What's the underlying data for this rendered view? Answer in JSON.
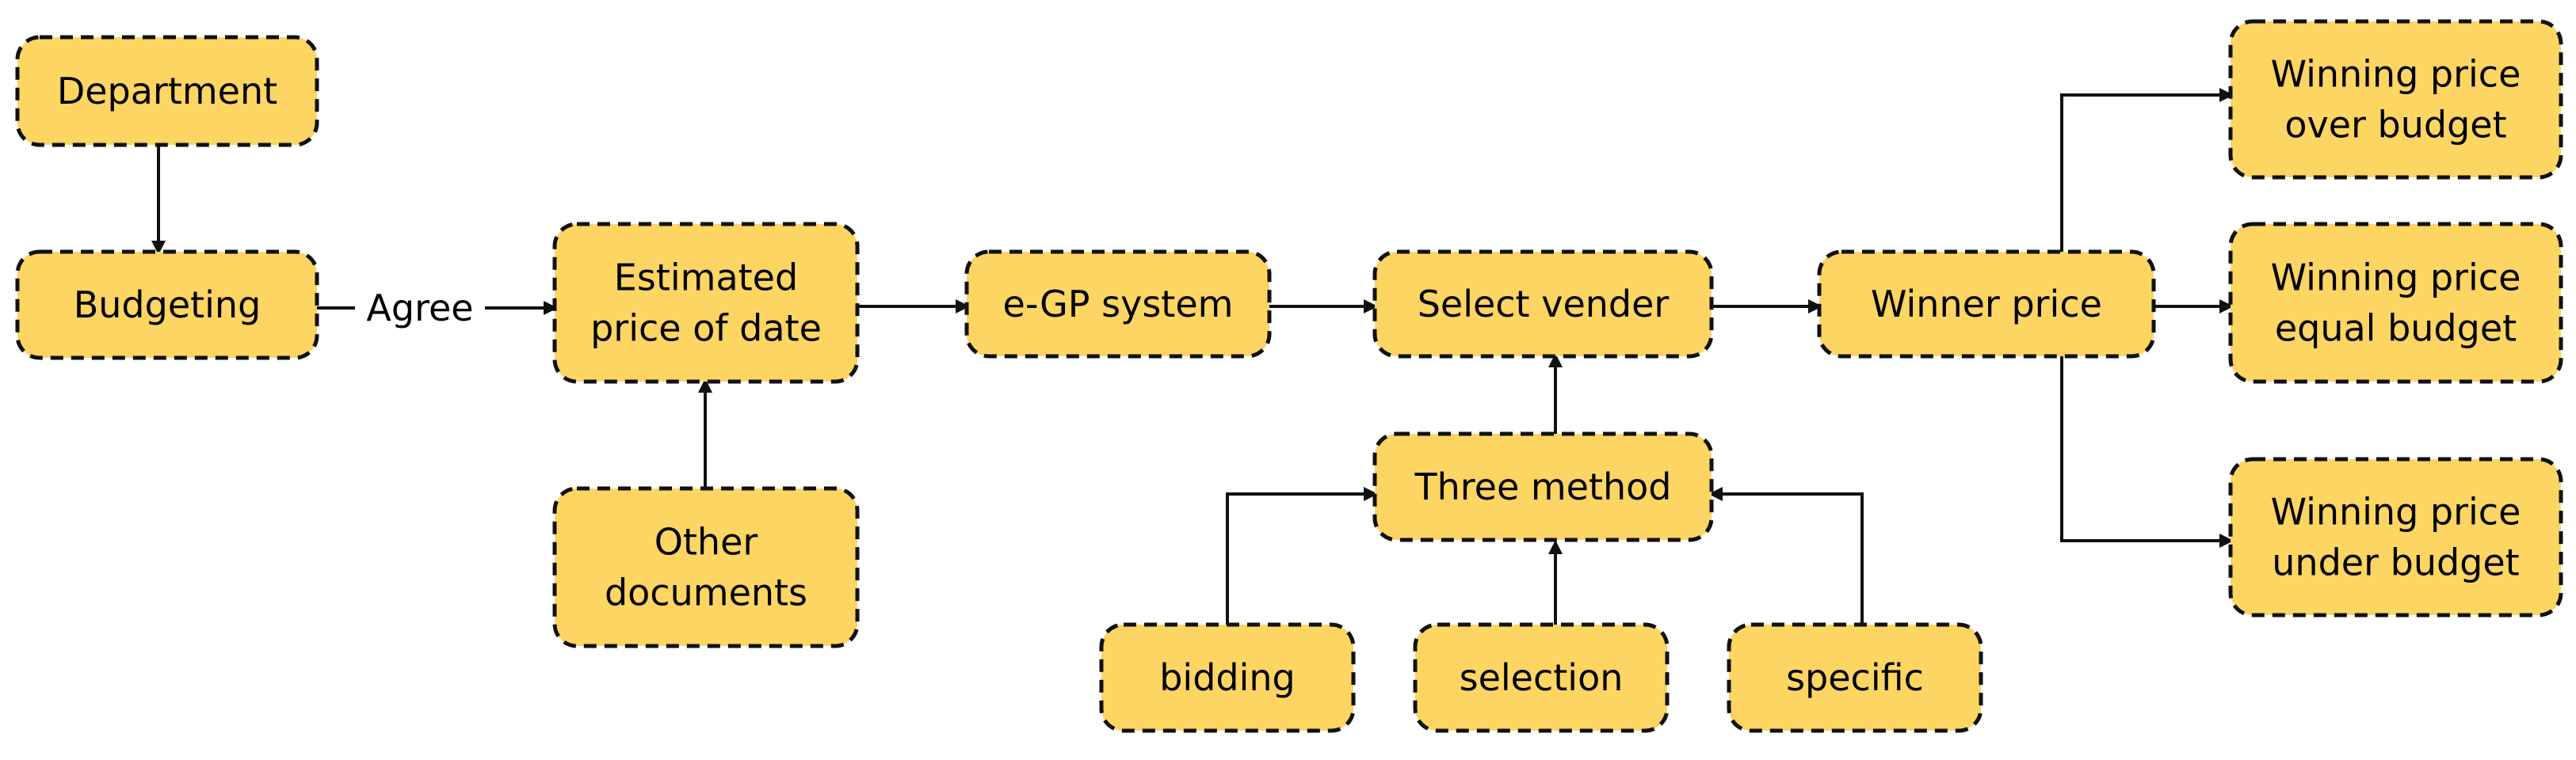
{
  "colors": {
    "node_fill": "#FDD563",
    "node_border": "#111111",
    "edge": "#111111",
    "background": "#ffffff"
  },
  "nodes": {
    "department": {
      "lines": [
        "Department"
      ]
    },
    "budgeting": {
      "lines": [
        "Budgeting"
      ]
    },
    "estimated": {
      "lines": [
        "Estimated",
        "price of date"
      ]
    },
    "other_docs": {
      "lines": [
        "Other",
        "documents"
      ]
    },
    "egp": {
      "lines": [
        "e-GP system"
      ]
    },
    "select_vender": {
      "lines": [
        "Select vender"
      ]
    },
    "three_method": {
      "lines": [
        "Three method"
      ]
    },
    "bidding": {
      "lines": [
        "bidding"
      ]
    },
    "selection": {
      "lines": [
        "selection"
      ]
    },
    "specific": {
      "lines": [
        "specific"
      ]
    },
    "winner_price": {
      "lines": [
        "Winner price"
      ]
    },
    "win_over": {
      "lines": [
        "Winning price",
        "over budget"
      ]
    },
    "win_equal": {
      "lines": [
        "Winning price",
        "equal budget"
      ]
    },
    "win_under": {
      "lines": [
        "Winning price",
        "under budget"
      ]
    }
  },
  "edge_labels": {
    "agree": "Agree"
  }
}
